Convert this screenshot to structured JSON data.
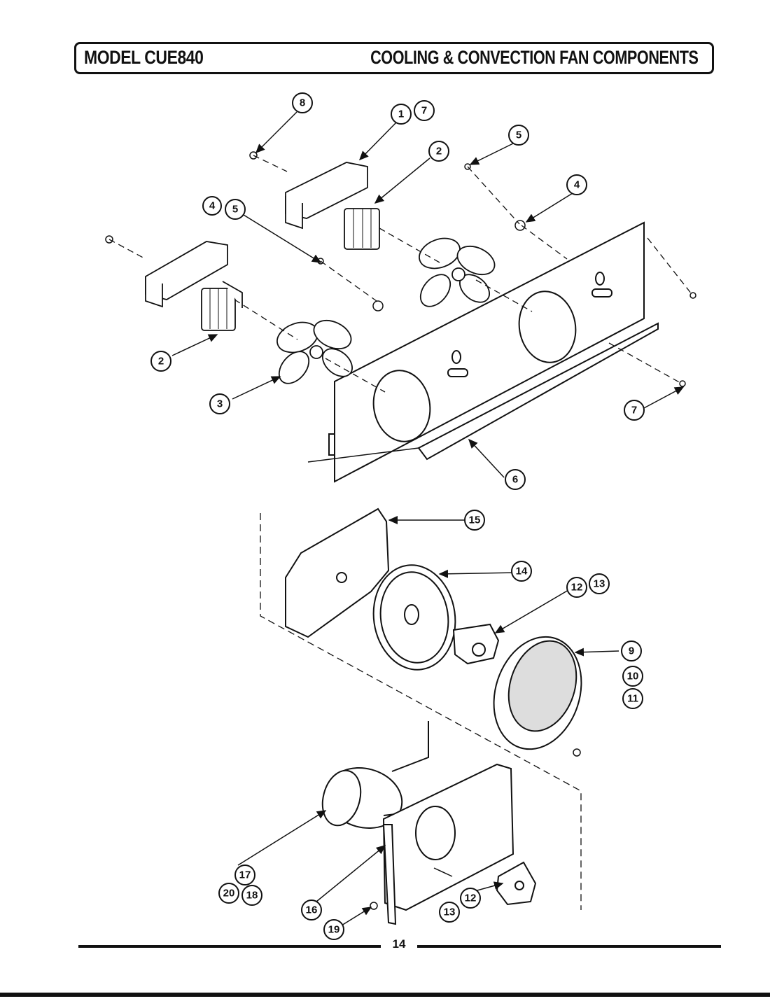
{
  "header": {
    "model": "MODEL CUE840",
    "title": "COOLING & CONVECTION FAN COMPONENTS"
  },
  "callouts": {
    "c1": "1",
    "c7a": "7",
    "c8": "8",
    "c2a": "2",
    "c5a": "5",
    "c4a": "4",
    "c4b": "4",
    "c5b": "5",
    "c2b": "2",
    "c3": "3",
    "c6": "6",
    "c7b": "7",
    "c15": "15",
    "c14": "14",
    "c12a": "12",
    "c13a": "13",
    "c9": "9",
    "c10": "10",
    "c11": "11",
    "c17": "17",
    "c20": "20",
    "c18": "18",
    "c16": "16",
    "c13b": "13",
    "c12b": "12",
    "c19": "19"
  },
  "footer": {
    "page_number": "14"
  }
}
